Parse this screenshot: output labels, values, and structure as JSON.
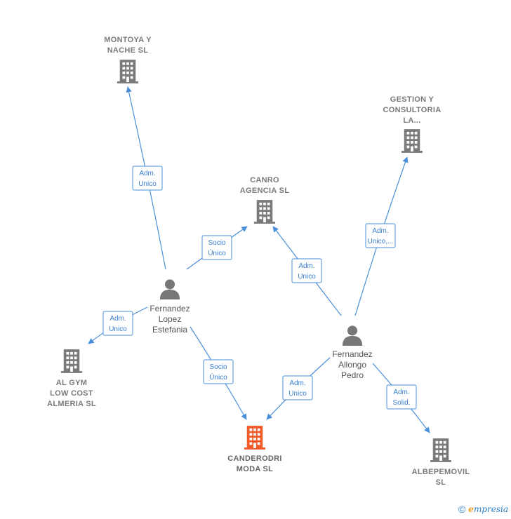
{
  "nodes": [
    {
      "id": "montoya",
      "kind": "company",
      "label": [
        "MONTOYA Y",
        "NACHE  SL"
      ]
    },
    {
      "id": "gestion",
      "kind": "company",
      "label": [
        "GESTION Y",
        "CONSULTORIA",
        "LA..."
      ]
    },
    {
      "id": "canro",
      "kind": "company",
      "label": [
        "CANRO",
        "AGENCIA  SL"
      ]
    },
    {
      "id": "fernandez_lopez",
      "kind": "person",
      "label": [
        "Fernandez",
        "Lopez",
        "Estefania"
      ]
    },
    {
      "id": "fernandez_allongo",
      "kind": "person",
      "label": [
        "Fernandez",
        "Allongo",
        "Pedro"
      ]
    },
    {
      "id": "algym",
      "kind": "company",
      "label": [
        "AL GYM",
        "LOW COST",
        "ALMERIA  SL"
      ]
    },
    {
      "id": "canderodri",
      "kind": "focus",
      "label": [
        "CANDERODRI",
        "MODA  SL"
      ]
    },
    {
      "id": "albepemovil",
      "kind": "company",
      "label": [
        "ALBEPEMOVIL",
        "SL"
      ]
    }
  ],
  "edges": [
    {
      "from": "fernandez_lopez",
      "to": "montoya",
      "label": [
        "Adm.",
        "Unico"
      ]
    },
    {
      "from": "fernandez_lopez",
      "to": "canro",
      "label": [
        "Socio",
        "Único"
      ]
    },
    {
      "from": "fernandez_lopez",
      "to": "algym",
      "label": [
        "Adm.",
        "Unico"
      ]
    },
    {
      "from": "fernandez_lopez",
      "to": "canderodri",
      "label": [
        "Socio",
        "Único"
      ]
    },
    {
      "from": "fernandez_allongo",
      "to": "canro",
      "label": [
        "Adm.",
        "Unico"
      ]
    },
    {
      "from": "fernandez_allongo",
      "to": "gestion",
      "label": [
        "Adm.",
        "Unico,..."
      ]
    },
    {
      "from": "fernandez_allongo",
      "to": "canderodri",
      "label": [
        "Adm.",
        "Unico"
      ]
    },
    {
      "from": "fernandez_allongo",
      "to": "albepemovil",
      "label": [
        "Adm.",
        "Solid."
      ]
    }
  ],
  "colors": {
    "edge": "#4a8fd9",
    "company_icon": "#7a7a7a",
    "focus_icon": "#f05a28",
    "person_icon": "#777777"
  },
  "footer": {
    "copyright": "©",
    "brand_initial": "e",
    "brand_rest": "mpresia"
  }
}
